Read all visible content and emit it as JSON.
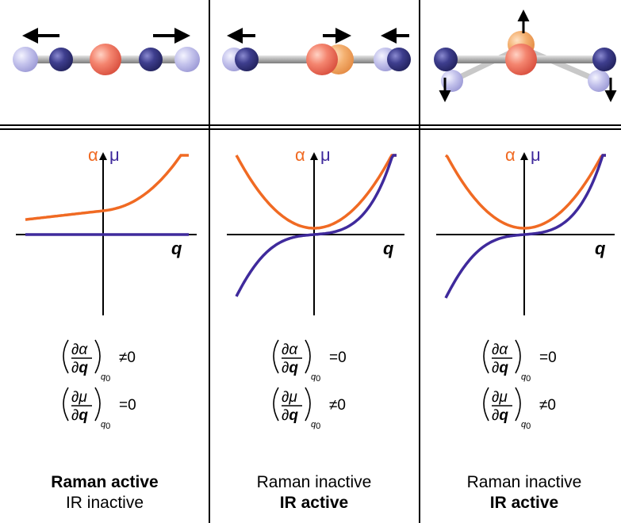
{
  "colors": {
    "alpha_curve": "#f06a23",
    "mu_curve": "#3f2a9c",
    "central_atom": "#f0705e",
    "central_atom_displaced": "#f2a660",
    "outer_atom": "#3a3a86",
    "outer_atom_displaced": "#b9b8e6",
    "bond": "#a8a8a8",
    "arrow": "#000000",
    "divider": "#000000"
  },
  "axis_labels": {
    "alpha": "α",
    "mu": "μ",
    "q": "q"
  },
  "derivative_notation": {
    "partial": "∂",
    "alpha": "α",
    "mu": "μ",
    "q": "q",
    "subscript": "q",
    "subscript_index": "0",
    "eq_zero": "=0",
    "neq_zero": "≠0"
  },
  "modes": [
    {
      "id": "symmetric-stretch",
      "motion_icons": [
        "arrow-left-icon",
        "arrow-right-icon"
      ],
      "alpha_derivative": "≠0",
      "mu_derivative": "=0",
      "raman_text": "Raman active",
      "raman_bold": true,
      "ir_text": "IR inactive",
      "ir_bold": false,
      "alpha_shape": "increasing",
      "mu_shape": "constant-zero"
    },
    {
      "id": "antisymmetric-stretch",
      "motion_icons": [
        "arrow-left-icon",
        "arrow-right-icon",
        "arrow-left-icon"
      ],
      "alpha_derivative": "=0",
      "mu_derivative": "≠0",
      "raman_text": "Raman inactive",
      "raman_bold": false,
      "ir_text": "IR active",
      "ir_bold": true,
      "alpha_shape": "parabola-minimum",
      "mu_shape": "odd-cubic"
    },
    {
      "id": "bending",
      "motion_icons": [
        "arrow-up-icon",
        "arrow-down-icon",
        "arrow-down-icon"
      ],
      "alpha_derivative": "=0",
      "mu_derivative": "≠0",
      "raman_text": "Raman inactive",
      "raman_bold": false,
      "ir_text": "IR active",
      "ir_bold": true,
      "alpha_shape": "parabola-minimum",
      "mu_shape": "odd-cubic"
    }
  ]
}
